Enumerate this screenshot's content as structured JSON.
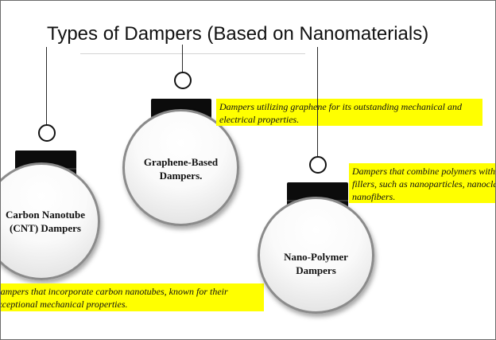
{
  "title": "Types of Dampers (Based on Nanomaterials)",
  "ornaments": [
    {
      "label": "Graphene-Based Dampers.",
      "description": "Dampers utilizing graphene for its outstanding mechanical and electrical properties."
    },
    {
      "label": "Carbon Nanotube (CNT) Dampers",
      "description": "Dampers that incorporate carbon nanotubes, known for their exceptional mechanical properties."
    },
    {
      "label": "Nano-Polymer Dampers",
      "description": "Dampers that combine polymers with nanoscale fillers, such as nanoparticles, nanoclays, or nanofibers."
    }
  ],
  "colors": {
    "highlight": "#ffff00",
    "cap": "#0c0c0c",
    "ball_border": "#8b8b8b",
    "frame": "#6b6b6b"
  }
}
